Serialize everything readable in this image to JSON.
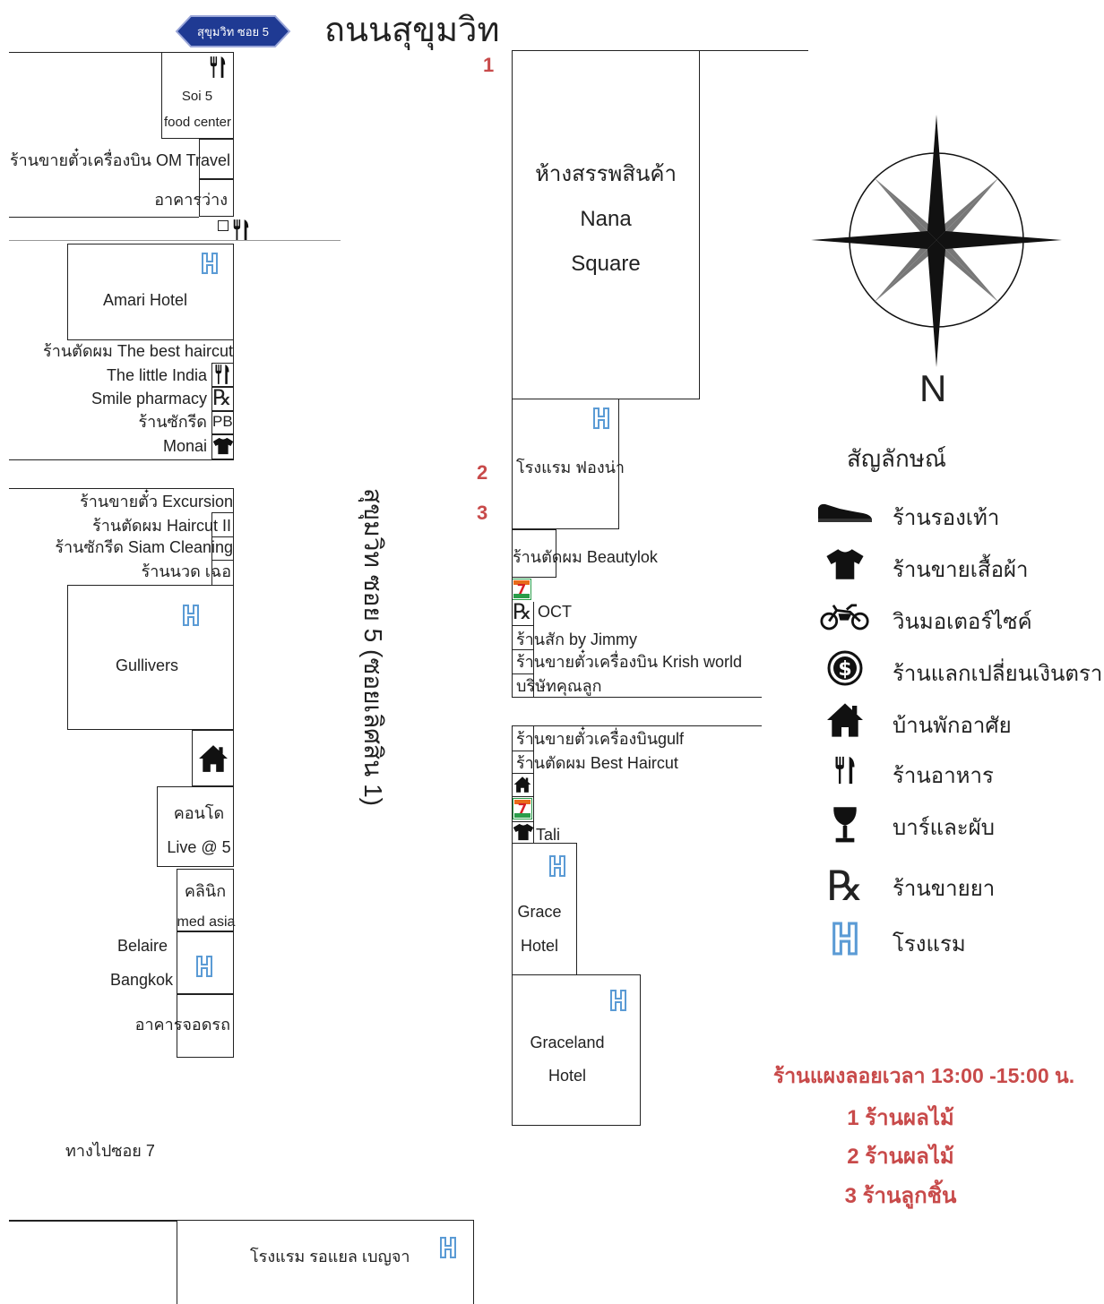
{
  "sign": {
    "label": "สุขุมวิท ซอย 5",
    "bg": "#1f3a93"
  },
  "main_road": "ถนนสุขุมวิท",
  "soi_name": "สุขุมวิท ซอย 5 (ซอยเลิศสิน 1)",
  "left": {
    "soi5_food": [
      "Soi 5",
      "food center"
    ],
    "om_travel": "ร้านขายตั๋วเครื่องบิน OM Travel",
    "vacant": "อาคารว่าง",
    "amari": "Amari Hotel",
    "best_haircut": "ร้านตัดผม The best haircut",
    "little_india": "The little India",
    "smile": "Smile pharmacy",
    "laundry": "ร้านซักรีด",
    "laundry_code": "PB",
    "monai": "Monai",
    "excursion": "ร้านขายตั๋ว Excursion",
    "haircut2": "ร้านตัดผม Haircut II",
    "siam": "ร้านซักรีด Siam Cleaning",
    "massage": "ร้านนวด เฉอ",
    "gullivers": "Gullivers",
    "condo": [
      "คอนโด",
      "Live @ 5"
    ],
    "clinic": [
      "คลินิก",
      "med asia"
    ],
    "belaire": [
      "Belaire",
      "Bangkok"
    ],
    "parking": "อาคารจอดรถ",
    "to_soi7": "ทางไปซอย 7",
    "royal": "โรงแรม รอแยล เบญจา"
  },
  "right": {
    "nana": [
      "ห้างสรรพสินค้า",
      "Nana",
      "Square"
    ],
    "fongna": "โรงแรม ฟองน่า",
    "beautylok": "ร้านตัดผม Beautylok",
    "oct": "OCT",
    "tattoo": "ร้านสัก by Jimmy",
    "krish": "ร้านขายตั๋วเครื่องบิน Krish world",
    "company": "บริษัทคุณลูก",
    "gulf": "ร้านขายตั๋วเครื่องบินgulf",
    "best_haircut2": "ร้านตัดผม Best Haircut",
    "tali": "Tali",
    "grace": [
      "Grace",
      "Hotel"
    ],
    "graceland": [
      "Graceland",
      "Hotel"
    ]
  },
  "markers": [
    "1",
    "2",
    "3"
  ],
  "compass": {
    "north": "N"
  },
  "legend": {
    "title": "สัญลักษณ์",
    "items": [
      {
        "icon": "shoe-icon",
        "label": "ร้านรองเท้า"
      },
      {
        "icon": "shirt-icon",
        "label": "ร้านขายเสื้อผ้า"
      },
      {
        "icon": "motorbike-icon",
        "label": "วินมอเตอร์ไซค์"
      },
      {
        "icon": "money-exchange-icon",
        "label": "ร้านแลกเปลี่ยนเงินตรา"
      },
      {
        "icon": "house-icon",
        "label": "บ้านพักอาศัย"
      },
      {
        "icon": "restaurant-icon",
        "label": "ร้านอาหาร"
      },
      {
        "icon": "wine-glass-icon",
        "label": "บาร์และผับ"
      },
      {
        "icon": "pharmacy-icon",
        "label": "ร้านขายยา"
      },
      {
        "icon": "hotel-icon",
        "label": "โรงแรม"
      }
    ]
  },
  "stalls": {
    "title": "ร้านแผงลอยเวลา 13:00 -15:00 น.",
    "items": [
      "1 ร้านผลไม้",
      "2 ร้านผลไม้",
      "3 ร้านลูกชิ้น"
    ],
    "color": "#c84a4a"
  },
  "colors": {
    "hotel": "#5b9bd5",
    "line": "#222222",
    "marker": "#c84a4a"
  }
}
